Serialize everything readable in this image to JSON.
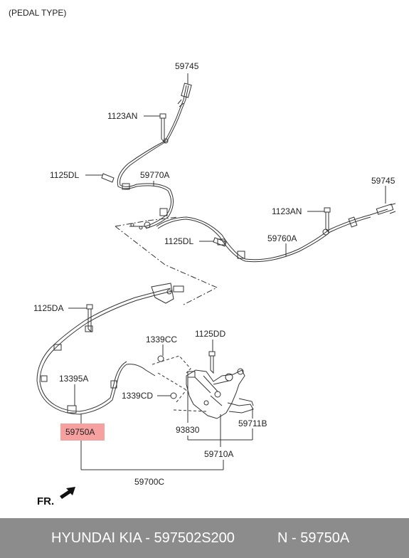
{
  "header": {
    "pedal_type": "(PEDAL TYPE)"
  },
  "labels": {
    "p59745_top": "59745",
    "p1123AN_top": "1123AN",
    "p1125DL_left": "1125DL",
    "p59770A": "59770A",
    "p59745_right": "59745",
    "p1123AN_right": "1123AN",
    "p1125DL_mid": "1125DL",
    "p59760A": "59760A",
    "p1125DA": "1125DA",
    "p1339CC": "1339CC",
    "p1125DD": "1125DD",
    "p13395A": "13395A",
    "p1339CD": "1339CD",
    "p59750A": "59750A",
    "p93830": "93830",
    "p59711B": "59711B",
    "p59710A": "59710A",
    "p59700C": "59700C"
  },
  "direction": {
    "front_label": "FR."
  },
  "footer": {
    "brand": "HYUNDAI  KIA - 597502S200",
    "number": "N - 59750A"
  },
  "colors": {
    "highlight": "#f6a0a0",
    "footer_bg": "#8c8c8c"
  }
}
